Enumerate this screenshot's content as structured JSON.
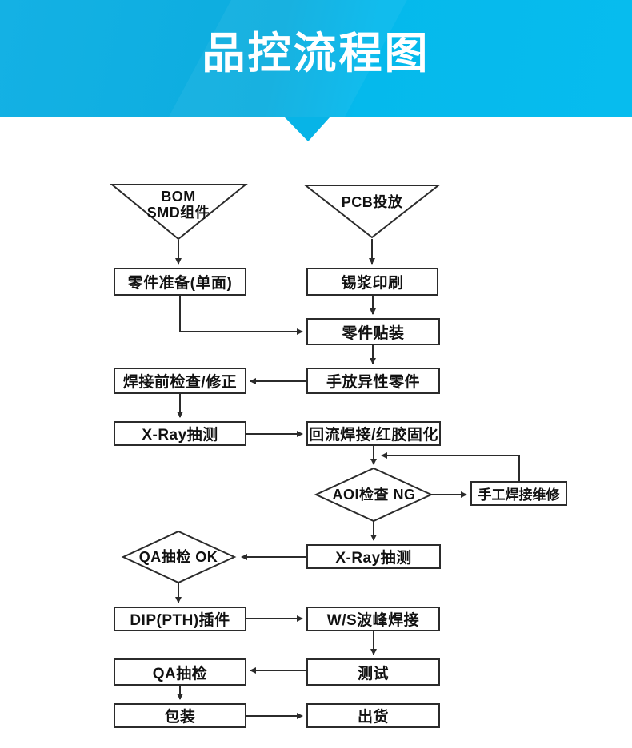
{
  "header": {
    "title": "品控流程图",
    "colors": {
      "banner_left": "#14b1e4",
      "banner_right": "#07bcee",
      "title_text": "#ffffff"
    }
  },
  "flowchart": {
    "colors": {
      "line": "#2b2b2b",
      "node_text": "#111111",
      "node_bg": "#ffffff"
    },
    "inputs": {
      "bom_line1": "BOM",
      "bom_line2": "SMD组件",
      "pcb": "PCB投放"
    },
    "process": {
      "prep": "零件准备(单面)",
      "solder_paste": "锡浆印刷",
      "placement": "零件贴装",
      "pre_solder_check": "焊接前检查/修正",
      "manual_odd_parts": "手放异性零件",
      "xray_1": "X-Ray抽测",
      "reflow": "回流焊接/红胶固化",
      "rework": "手工焊接维修",
      "xray_2": "X-Ray抽测",
      "dip": "DIP(PTH)插件",
      "wave_solder": "W/S波峰焊接",
      "test": "测试",
      "qa_check": "QA抽检",
      "packing": "包装",
      "shipping": "出货"
    },
    "decisions": {
      "aoi": "AOI检查 NG",
      "qa_sample": "QA抽检 OK"
    }
  }
}
